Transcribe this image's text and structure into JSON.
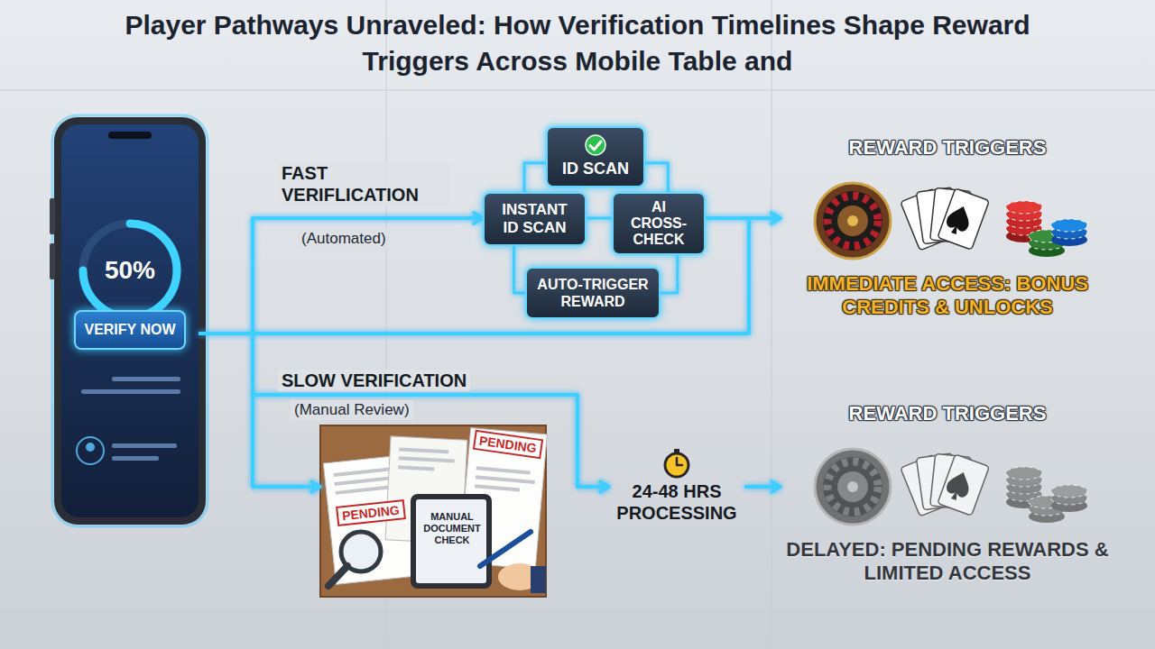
{
  "diagram": {
    "title": "Player Pathways Unraveled: How Verification Timelines Shape Reward Triggers Across Mobile Table and",
    "nodes": [
      {
        "text": [
          "50%"
        ]
      },
      {
        "text": [
          "VERIFY NOW"
        ],
        "in": 0
      },
      {
        "text": [
          "ID SCAN"
        ]
      },
      {
        "text": [
          "INSTANT ID SCAN"
        ]
      },
      {
        "text": [
          "AI CROSS-CHECK"
        ]
      },
      {
        "text": [
          "AUTO-TRIGGER REWARD"
        ]
      },
      {
        "text": [
          "REWARD TRIGGERS",
          "IMMEDIATE ACCESS: BONUS CREDITS & UNLOCKS"
        ]
      },
      {
        "text": [
          "PENDING",
          "PENDING",
          "MANUAL DOCUMENT CHECK"
        ]
      },
      {
        "text": [
          "24-48 HRS PROCESSING"
        ]
      },
      {
        "text": [
          "REWARD TRIGGERS",
          "DELAYED: PENDING REWARDS & LIMITED ACCESS"
        ]
      }
    ],
    "edges": [
      {
        "from": 0,
        "to": 3,
        "arrow": "to",
        "label": "FAST VERIFLICATION"
      },
      {
        "from": 2,
        "to": 3,
        "arrow": "none"
      },
      {
        "from": 2,
        "to": 4,
        "arrow": "none"
      },
      {
        "from": 3,
        "to": 4,
        "arrow": "none"
      },
      {
        "from": 3,
        "to": 5,
        "arrow": "none"
      },
      {
        "from": 5,
        "to": 4,
        "arrow": "none"
      },
      {
        "from": 4,
        "to": 6,
        "arrow": "to"
      },
      {
        "from": 0,
        "to": 6,
        "arrow": "to"
      },
      {
        "from": 0,
        "to": 7,
        "arrow": "to"
      },
      {
        "from": 0,
        "to": 8,
        "arrow": "to",
        "label": "SLOW VERIFICATION"
      },
      {
        "from": 8,
        "to": 9,
        "arrow": "to"
      }
    ],
    "labels": [
      "(Automated)",
      "(Manual Review)"
    ]
  }
}
